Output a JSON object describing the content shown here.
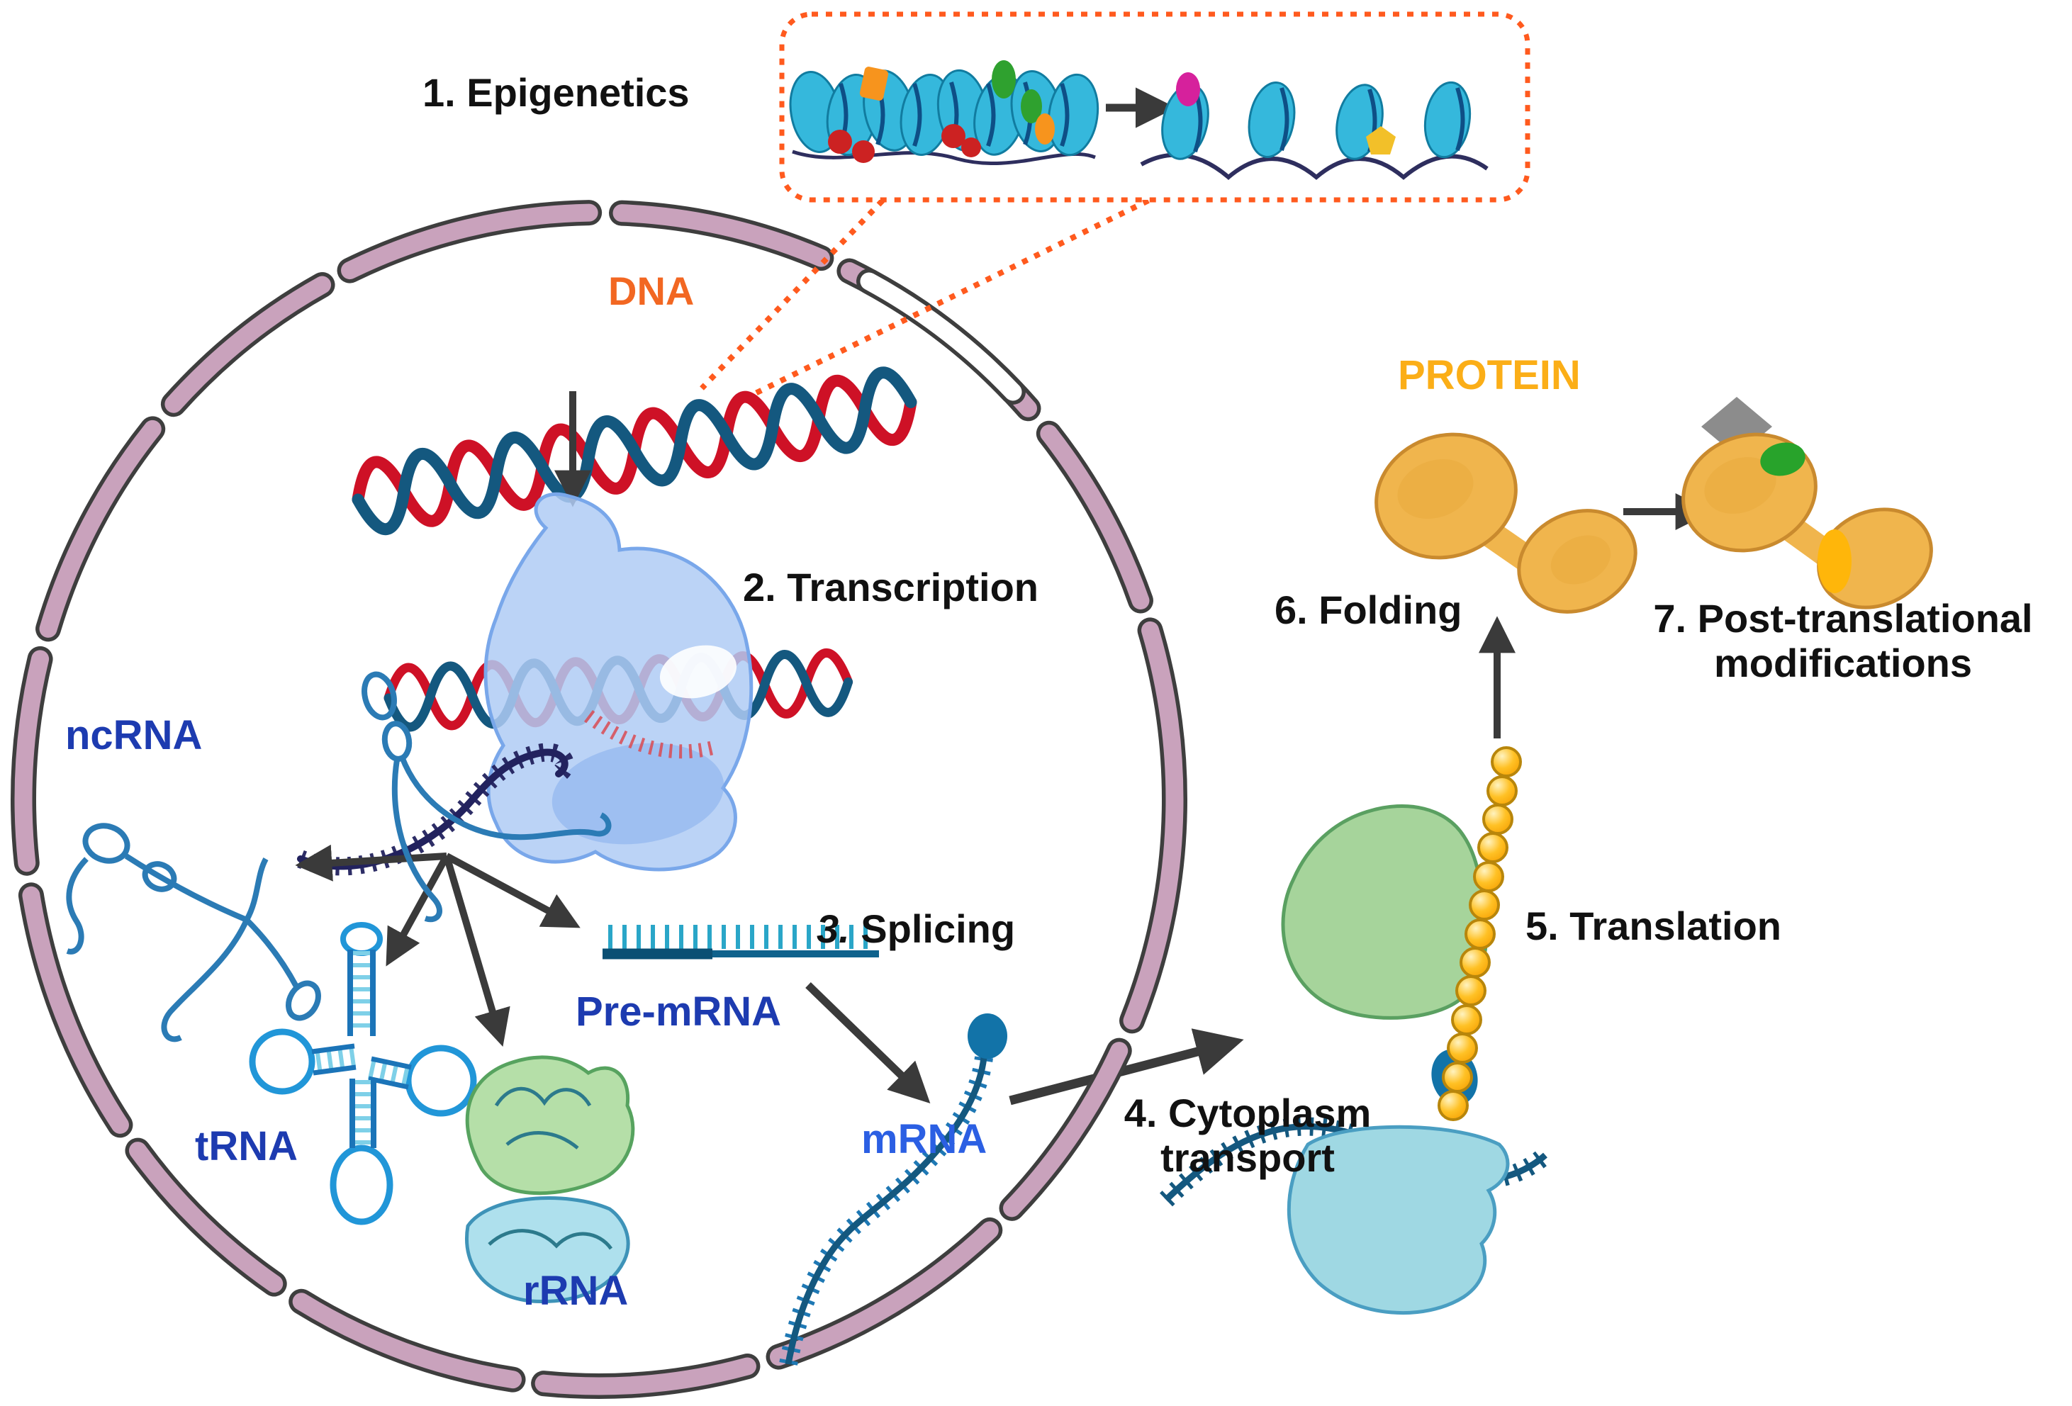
{
  "figure": {
    "labels": {
      "epigenetics": "1. Epigenetics",
      "transcription": "2. Transcription",
      "splicing_number": "3.",
      "splicing_word": " Splicing",
      "cytoplasm_line1": "4. Cytoplasm",
      "cytoplasm_line2": "transport",
      "translation": "5. Translation",
      "folding": "6. Folding",
      "ptm_line1": "7. Post-translational",
      "ptm_line2": "modifications",
      "dna": "DNA",
      "ncrna": "ncRNA",
      "trna": "tRNA",
      "rrna": "rRNA",
      "pre_mrna": "Pre-mRNA",
      "mrna": "mRNA",
      "protein": "PROTEIN"
    },
    "icons": [
      "nucleus-envelope-icon",
      "epigenetics-callout-box-icon",
      "condensed-chromatin-icon",
      "open-chromatin-icon",
      "chromatin-arrow-icon",
      "dna-helix-icon",
      "transcription-arrow-icon",
      "rna-polymerase-icon",
      "transcription-bubble-icon",
      "nascent-rna-icon",
      "rna-distribution-arrows-icon",
      "ncrna-structures-icon",
      "trna-cloverleaf-icon",
      "rrna-subunits-icon",
      "pre-mrna-comb-icon",
      "splicing-arrow-icon",
      "mrna-capped-icon",
      "transport-arrow-icon",
      "ribosome-icon",
      "polypeptide-chain-icon",
      "folding-arrow-icon",
      "protein-dumbbell-icon",
      "ptm-arrow-icon",
      "modified-protein-icon",
      "phospho-diamond-icon",
      "glyco-green-oval-icon",
      "acetyl-yellow-oval-icon"
    ],
    "colors": {
      "callout_orange": "#FF5A1E",
      "dna_label_orange": "#F26722",
      "step_text_black": "#111111",
      "rna_label_blue": "#1D3BB0",
      "mrna_label_blue": "#2B5FE3",
      "protein_label_yellow": "#FBAE17",
      "nuclear_envelope_pink": "#C9A2BC",
      "helix_red": "#CE1126",
      "helix_blue": "#14587F",
      "nucleosome_teal": "#35B8DC",
      "ribosome_green": "#A6D49B",
      "ribosome_small_blue": "#9FD8E3",
      "polypeptide_yellow": "#FFC125",
      "protein_body_yellow": "#F0B54D",
      "arrow_gray": "#3A3A3A",
      "mod_gray": "#8C8C8C",
      "mod_green": "#28A32B",
      "mod_yellow": "#FFB60A",
      "nascent_rna_navy": "#22225E"
    }
  }
}
